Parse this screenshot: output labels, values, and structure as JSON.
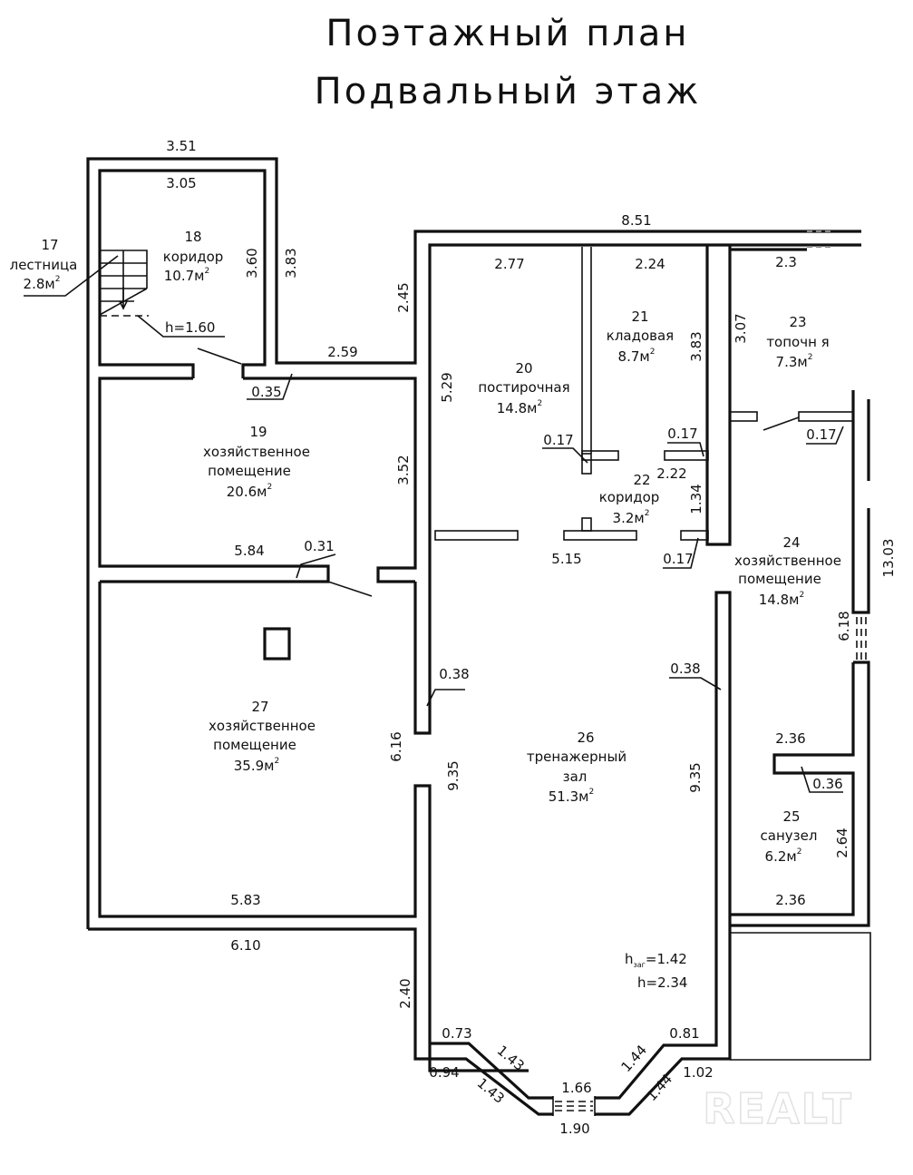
{
  "title": {
    "line1": "Поэтажный план",
    "line2": "Подвальный этаж"
  },
  "rooms": [
    {
      "number": "17",
      "name": "лестница",
      "area": "2.8м",
      "area_unit_sup": "2"
    },
    {
      "number": "18",
      "name": "коридор",
      "area": "10.7м",
      "area_unit_sup": "2"
    },
    {
      "number": "19",
      "name_line1": "хозяйственное",
      "name_line2": "помещение",
      "area": "20.6м",
      "area_unit_sup": "2"
    },
    {
      "number": "20",
      "name": "постирочная",
      "area": "14.8м",
      "area_unit_sup": "2"
    },
    {
      "number": "21",
      "name": "кладовая",
      "area": "8.7м",
      "area_unit_sup": "2"
    },
    {
      "number": "22",
      "name": "коридор",
      "area": "3.2м",
      "area_unit_sup": "2"
    },
    {
      "number": "23",
      "name": "топочная",
      "name_visible": "топочн  я",
      "area": "7.3м",
      "area_unit_sup": "2"
    },
    {
      "number": "24",
      "name_line1": "хозяйственное",
      "name_line2": "помещение",
      "area": "14.8м",
      "area_unit_sup": "2"
    },
    {
      "number": "25",
      "name": "санузел",
      "area": "6.2м",
      "area_unit_sup": "2"
    },
    {
      "number": "26",
      "name_line1": "тренажерный",
      "name_line2": "зал",
      "area": "51.3м",
      "area_unit_sup": "2"
    },
    {
      "number": "27",
      "name_line1": "хозяйственное",
      "name_line2": "помещение",
      "area": "35.9м",
      "area_unit_sup": "2"
    }
  ],
  "heights": {
    "stair_h": "h=1.60",
    "h_zag_prefix": "h",
    "h_zag_sub": "заг",
    "h_zag_value": "=1.42",
    "h_main": "h=2.34"
  },
  "dimensions": {
    "d_3_51": "3.51",
    "d_3_05": "3.05",
    "d_3_60": "3.60",
    "d_3_83_left": "3.83",
    "d_8_51": "8.51",
    "d_2_45": "2.45",
    "d_2_59": "2.59",
    "d_0_35": "0.35",
    "d_2_77": "2.77",
    "d_2_24": "2.24",
    "d_2_3": "2.3",
    "d_3_83_right": "3.83",
    "d_3_07": "3.07",
    "d_5_29": "5.29",
    "d_3_52": "3.52",
    "d_0_17_a": "0.17",
    "d_0_17_b": "0.17",
    "d_0_17_c": "0.17",
    "d_0_17_d": "0.17",
    "d_2_22": "2.22",
    "d_1_34": "1.34",
    "d_5_15": "5.15",
    "d_5_84": "5.84",
    "d_0_31": "0.31",
    "d_13_03": "13.03",
    "d_6_18": "6.18",
    "d_0_38_left": "0.38",
    "d_0_38_right": "0.38",
    "d_6_16": "6.16",
    "d_9_35_left": "9.35",
    "d_9_35_right": "9.35",
    "d_2_36_top": "2.36",
    "d_0_36": "0.36",
    "d_2_64": "2.64",
    "d_2_36_bottom": "2.36",
    "d_5_83": "5.83",
    "d_6_10": "6.10",
    "d_2_40": "2.40",
    "d_0_73": "0.73",
    "d_0_81": "0.81",
    "d_1_43_inner": "1.43",
    "d_1_43_outer": "1.43",
    "d_1_44_inner": "1.44",
    "d_1_44_outer": "1.44",
    "d_0_94": "0.94",
    "d_1_02": "1.02",
    "d_1_66": "1.66",
    "d_1_90": "1.90"
  },
  "watermark": "REALT"
}
